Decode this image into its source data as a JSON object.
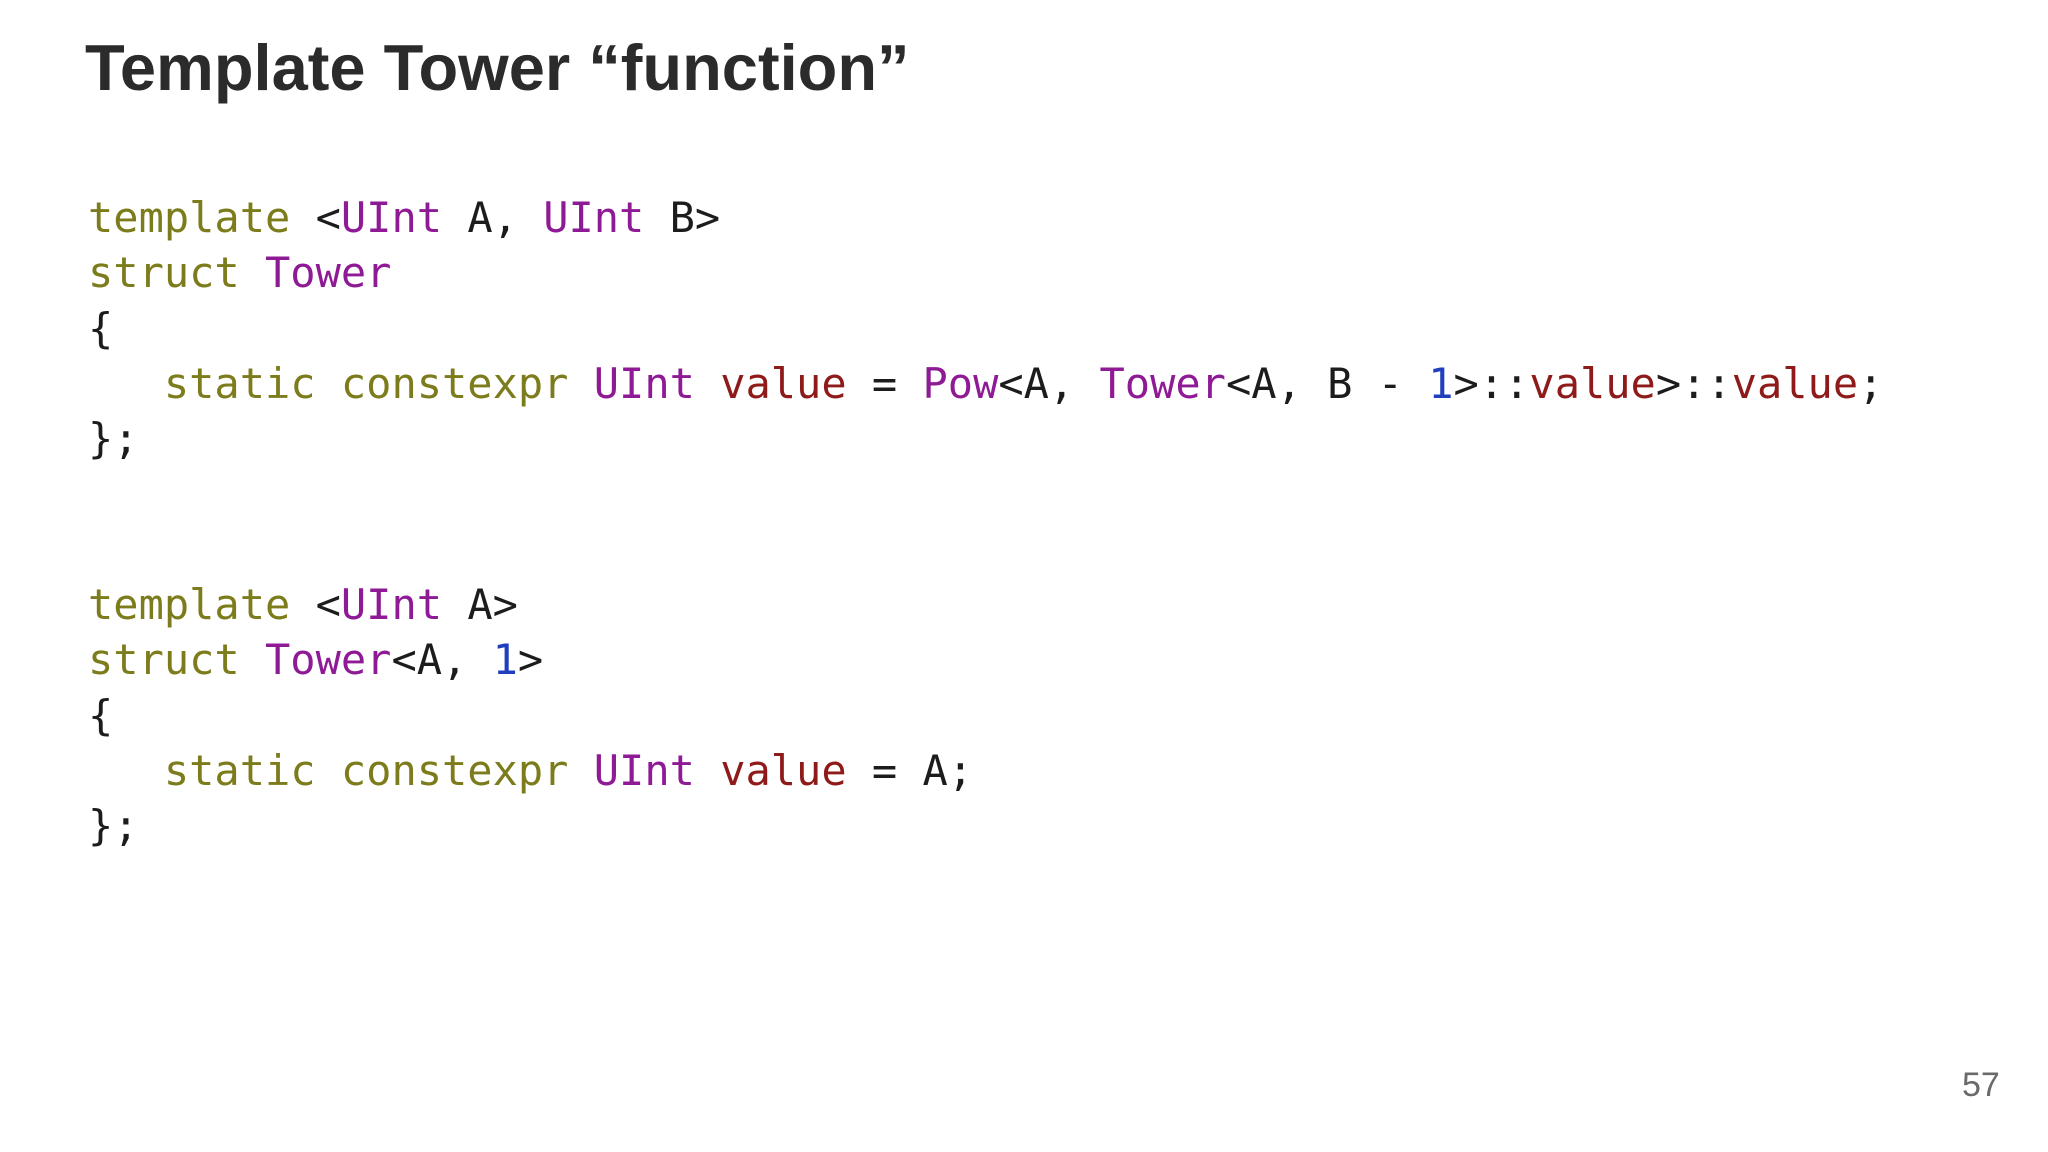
{
  "slide": {
    "title": "Template Tower “function”",
    "page_number": "57",
    "background_color": "#ffffff",
    "title_color": "#2b2b2b",
    "page_number_color": "#6a6a6a"
  },
  "code": {
    "colors": {
      "keyword": "#7c7c1c",
      "type": "#8f1a96",
      "member": "#8e1a1a",
      "number": "#1f3fbd",
      "plain": "#1c1c1c"
    },
    "lines": [
      [
        [
          "keyword",
          "template"
        ],
        [
          "plain",
          " <"
        ],
        [
          "type",
          "UInt"
        ],
        [
          "plain",
          " A, "
        ],
        [
          "type",
          "UInt"
        ],
        [
          "plain",
          " B>"
        ]
      ],
      [
        [
          "keyword",
          "struct"
        ],
        [
          "plain",
          " "
        ],
        [
          "type",
          "Tower"
        ]
      ],
      [
        [
          "plain",
          "{"
        ]
      ],
      [
        [
          "plain",
          "   "
        ],
        [
          "keyword",
          "static"
        ],
        [
          "plain",
          " "
        ],
        [
          "keyword",
          "constexpr"
        ],
        [
          "plain",
          " "
        ],
        [
          "type",
          "UInt"
        ],
        [
          "plain",
          " "
        ],
        [
          "member",
          "value"
        ],
        [
          "plain",
          " = "
        ],
        [
          "type",
          "Pow"
        ],
        [
          "plain",
          "<A, "
        ],
        [
          "type",
          "Tower"
        ],
        [
          "plain",
          "<A, B - "
        ],
        [
          "number",
          "1"
        ],
        [
          "plain",
          ">::"
        ],
        [
          "member",
          "value"
        ],
        [
          "plain",
          ">::"
        ],
        [
          "member",
          "value"
        ],
        [
          "plain",
          ";"
        ]
      ],
      [
        [
          "plain",
          "};"
        ]
      ],
      [],
      [],
      [
        [
          "keyword",
          "template"
        ],
        [
          "plain",
          " <"
        ],
        [
          "type",
          "UInt"
        ],
        [
          "plain",
          " A>"
        ]
      ],
      [
        [
          "keyword",
          "struct"
        ],
        [
          "plain",
          " "
        ],
        [
          "type",
          "Tower"
        ],
        [
          "plain",
          "<A, "
        ],
        [
          "number",
          "1"
        ],
        [
          "plain",
          ">"
        ]
      ],
      [
        [
          "plain",
          "{"
        ]
      ],
      [
        [
          "plain",
          "   "
        ],
        [
          "keyword",
          "static"
        ],
        [
          "plain",
          " "
        ],
        [
          "keyword",
          "constexpr"
        ],
        [
          "plain",
          " "
        ],
        [
          "type",
          "UInt"
        ],
        [
          "plain",
          " "
        ],
        [
          "member",
          "value"
        ],
        [
          "plain",
          " = A;"
        ]
      ],
      [
        [
          "plain",
          "};"
        ]
      ]
    ]
  }
}
